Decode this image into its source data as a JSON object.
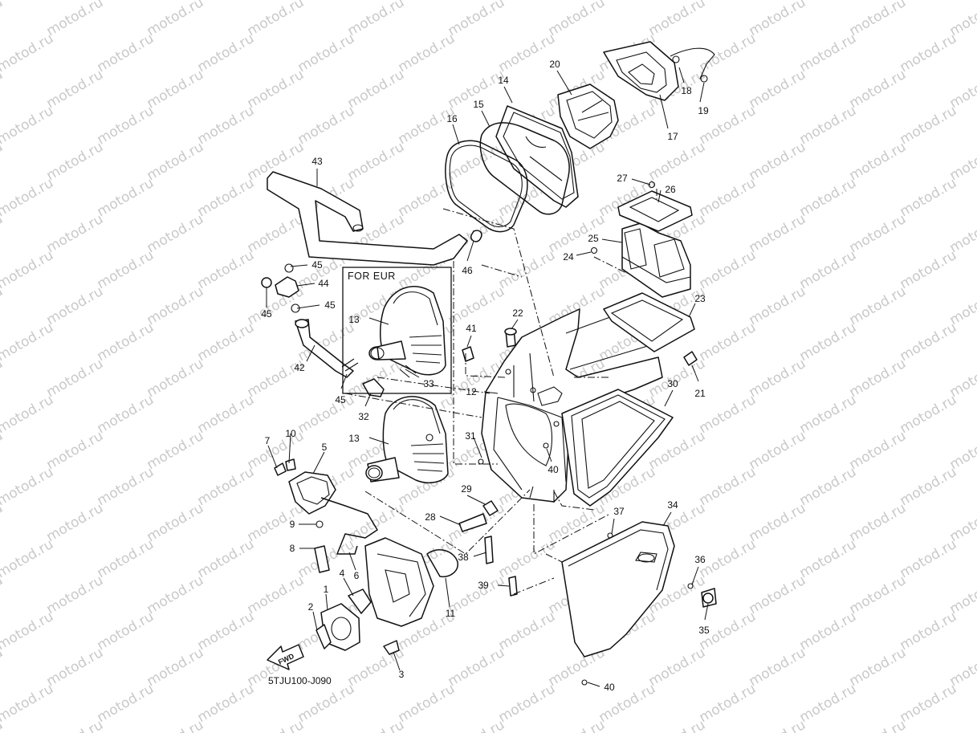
{
  "diagram": {
    "variant_note": "FOR EUR",
    "drawing_code": "5TJU100-J090",
    "forward_label": "FWD",
    "watermark_text": "motod.ru",
    "callouts": {
      "c1": "1",
      "c2": "2",
      "c3": "3",
      "c4": "4",
      "c5": "5",
      "c6": "6",
      "c7": "7",
      "c8": "8",
      "c9": "9",
      "c10": "10",
      "c11": "11",
      "c12": "12",
      "c13a": "13",
      "c13b": "13",
      "c14": "14",
      "c15": "15",
      "c16": "16",
      "c17": "17",
      "c18": "18",
      "c19": "19",
      "c20": "20",
      "c21": "21",
      "c22": "22",
      "c23": "23",
      "c24": "24",
      "c25": "25",
      "c26": "26",
      "c27": "27",
      "c28": "28",
      "c29": "29",
      "c30": "30",
      "c31": "31",
      "c32": "32",
      "c33": "33",
      "c34": "34",
      "c35": "35",
      "c36": "36",
      "c37": "37",
      "c38": "38",
      "c39": "39",
      "c40a": "40",
      "c40b": "40",
      "c41": "41",
      "c42": "42",
      "c43": "43",
      "c44": "44",
      "c45a": "45",
      "c45b": "45",
      "c45c": "45",
      "c45d": "45",
      "c46": "46"
    },
    "colors": {
      "line": "#111111",
      "watermark": "#c9c9c9",
      "background": "#ffffff"
    }
  }
}
